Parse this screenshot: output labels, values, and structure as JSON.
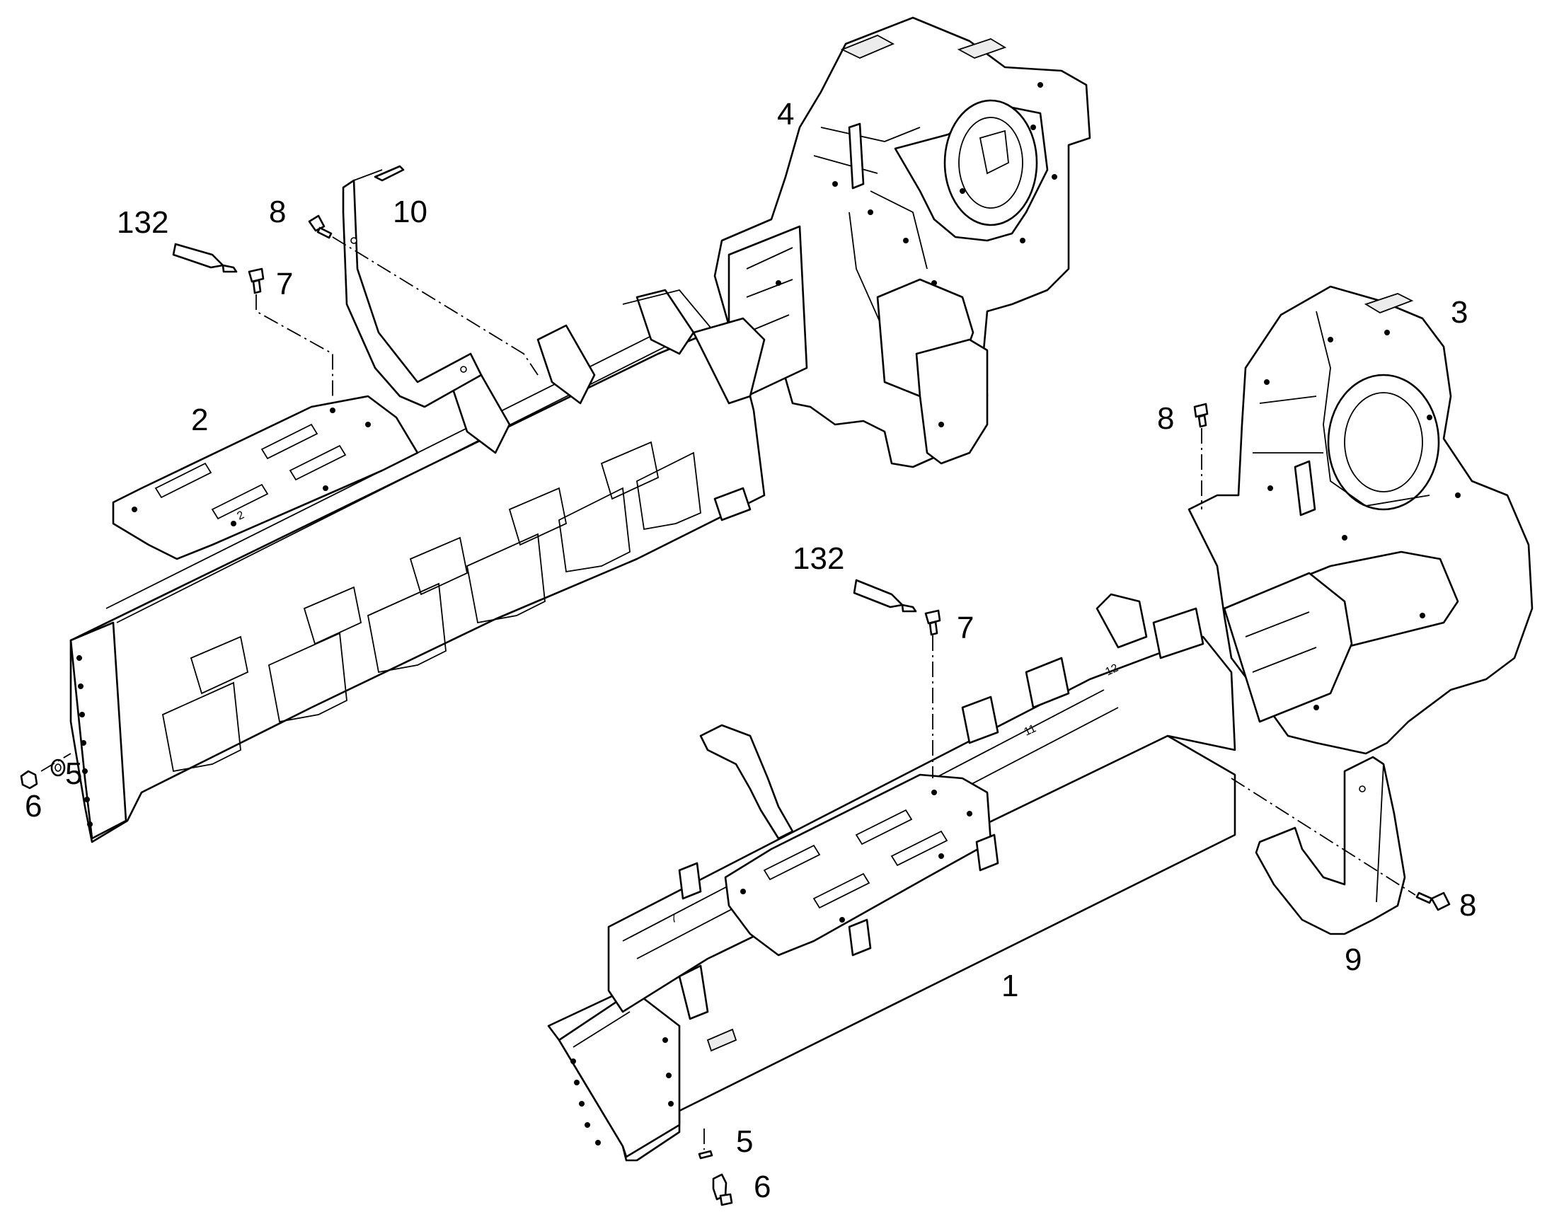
{
  "diagram": {
    "callouts": {
      "c1": "1",
      "c2": "2",
      "c3": "3",
      "c4": "4",
      "c5_left": "5",
      "c6_left": "6",
      "c5_bottom": "5",
      "c6_bottom": "6",
      "c7_top": "7",
      "c7_mid": "7",
      "c8_top": "8",
      "c8_mid": "8",
      "c8_bottom": "8",
      "c9": "9",
      "c10": "10",
      "c132_top": "132",
      "c132_mid": "132"
    },
    "stamped_marks": {
      "m1": "2",
      "m2": "7",
      "m3": "11",
      "m4": "12"
    }
  }
}
